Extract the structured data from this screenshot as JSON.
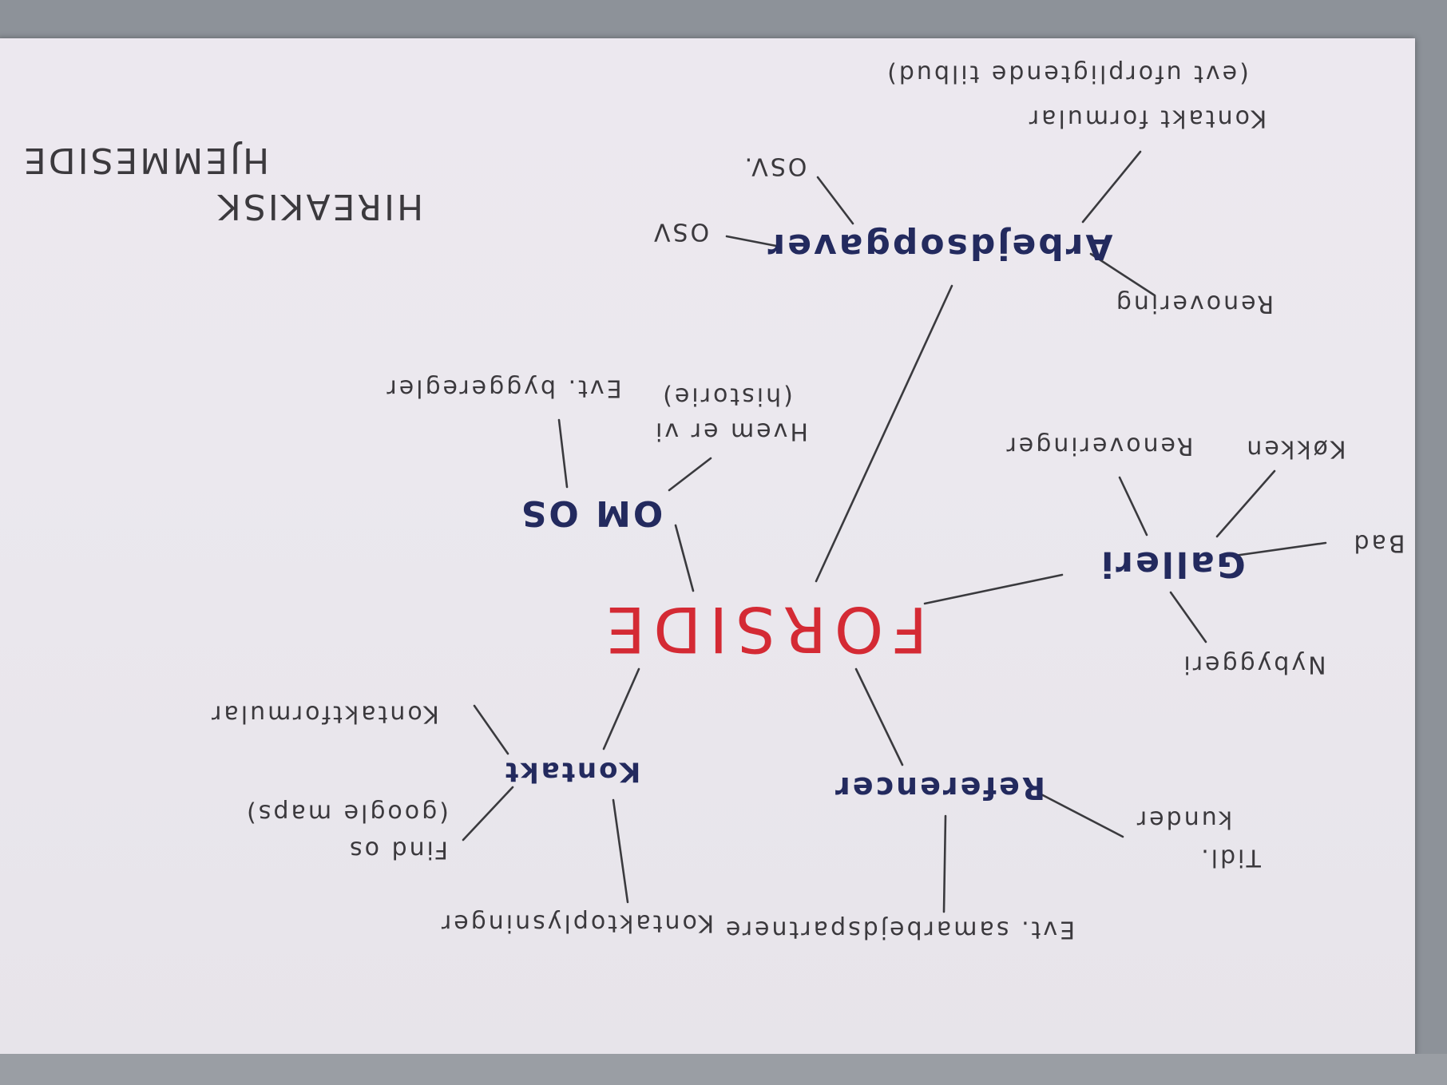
{
  "title": {
    "line1": "HIREAKISK",
    "line2": "HJEMMESIDE"
  },
  "center": "FORSIDE",
  "branches": {
    "om_os": {
      "label": "OM OS",
      "children": [
        "Hvem er vi",
        "(historie)",
        "Evt. byggeregler"
      ]
    },
    "arbejdsopgaver": {
      "label": "Arbejdsopgaver",
      "children": [
        "Renovering",
        "Kontakt formular",
        "(evt uforpligtende tilbud)",
        "OSV.",
        "OSV"
      ]
    },
    "galleri": {
      "label": "Galleri",
      "children": [
        "Renoveringer",
        "Køkken",
        "Bad",
        "Nybyggeri"
      ]
    },
    "referencer": {
      "label": "Referencer",
      "children": [
        "Tidl.",
        "kunder",
        "Evt. samarbejdspartnere"
      ]
    },
    "kontakt": {
      "label": "Kontakt",
      "children": [
        "Kontaktformular",
        "Find os",
        "(google maps)",
        "Kontaktoplysninger"
      ]
    }
  },
  "colors": {
    "center": "#d42a34",
    "branch": "#232a5e",
    "pencil": "#3b393d",
    "paper": "#ece8ef"
  },
  "orientation": "upside-down"
}
